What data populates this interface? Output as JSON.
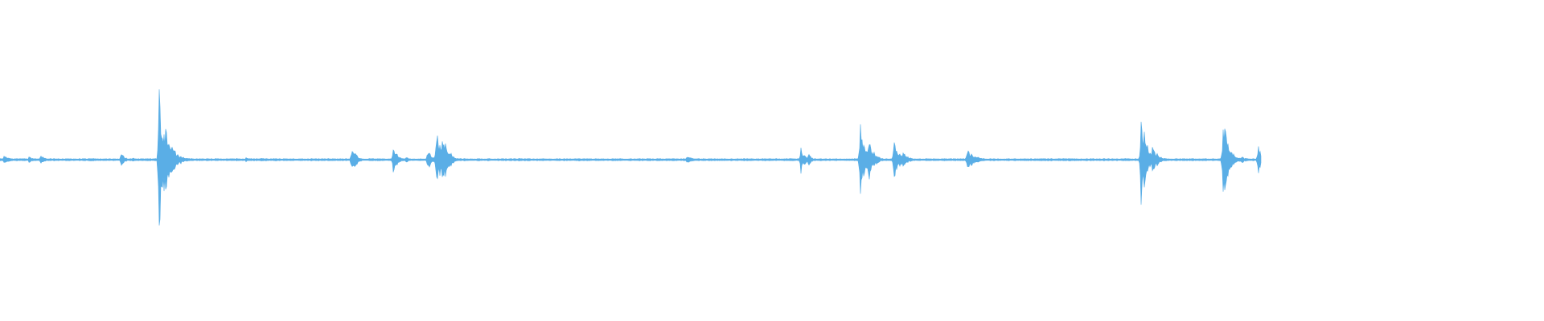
{
  "waveform": {
    "color": "#5aaee6",
    "background": "#ffffff",
    "samples_shown": 1568,
    "transients": [
      {
        "t": 0.003,
        "amp": 0.05,
        "decay": 0.006
      },
      {
        "t": 0.023,
        "amp": 0.05,
        "decay": 0.003
      },
      {
        "t": 0.032,
        "amp": 0.06,
        "decay": 0.004
      },
      {
        "t": 0.096,
        "amp": 0.1,
        "decay": 0.003
      },
      {
        "t": 0.105,
        "amp": 0.03,
        "decay": 0.003
      },
      {
        "t": 0.112,
        "amp": 0.03,
        "decay": 0.003
      },
      {
        "t": 0.126,
        "amp": 1.0,
        "decay": 0.006
      },
      {
        "t": 0.195,
        "amp": 0.03,
        "decay": 0.003
      },
      {
        "t": 0.207,
        "amp": 0.03,
        "decay": 0.003
      },
      {
        "t": 0.255,
        "amp": 0.02,
        "decay": 0.003
      },
      {
        "t": 0.279,
        "amp": 0.24,
        "decay": 0.003
      },
      {
        "t": 0.312,
        "amp": 0.23,
        "decay": 0.003
      },
      {
        "t": 0.322,
        "amp": 0.05,
        "decay": 0.003
      },
      {
        "t": 0.339,
        "amp": 0.18,
        "decay": 0.003
      },
      {
        "t": 0.346,
        "amp": 0.44,
        "decay": 0.004
      },
      {
        "t": 0.351,
        "amp": 0.44,
        "decay": 0.004
      },
      {
        "t": 0.545,
        "amp": 0.06,
        "decay": 0.004
      },
      {
        "t": 0.635,
        "amp": 0.2,
        "decay": 0.003
      },
      {
        "t": 0.641,
        "amp": 0.1,
        "decay": 0.003
      },
      {
        "t": 0.682,
        "amp": 0.55,
        "decay": 0.004
      },
      {
        "t": 0.689,
        "amp": 0.28,
        "decay": 0.004
      },
      {
        "t": 0.709,
        "amp": 0.3,
        "decay": 0.004
      },
      {
        "t": 0.716,
        "amp": 0.12,
        "decay": 0.004
      },
      {
        "t": 0.767,
        "amp": 0.15,
        "decay": 0.006
      },
      {
        "t": 0.905,
        "amp": 0.66,
        "decay": 0.004
      },
      {
        "t": 0.914,
        "amp": 0.2,
        "decay": 0.004
      },
      {
        "t": 0.97,
        "amp": 0.66,
        "decay": 0.004
      },
      {
        "t": 0.985,
        "amp": 0.06,
        "decay": 0.003
      },
      {
        "t": 0.998,
        "amp": 0.26,
        "decay": 0.002
      }
    ]
  }
}
